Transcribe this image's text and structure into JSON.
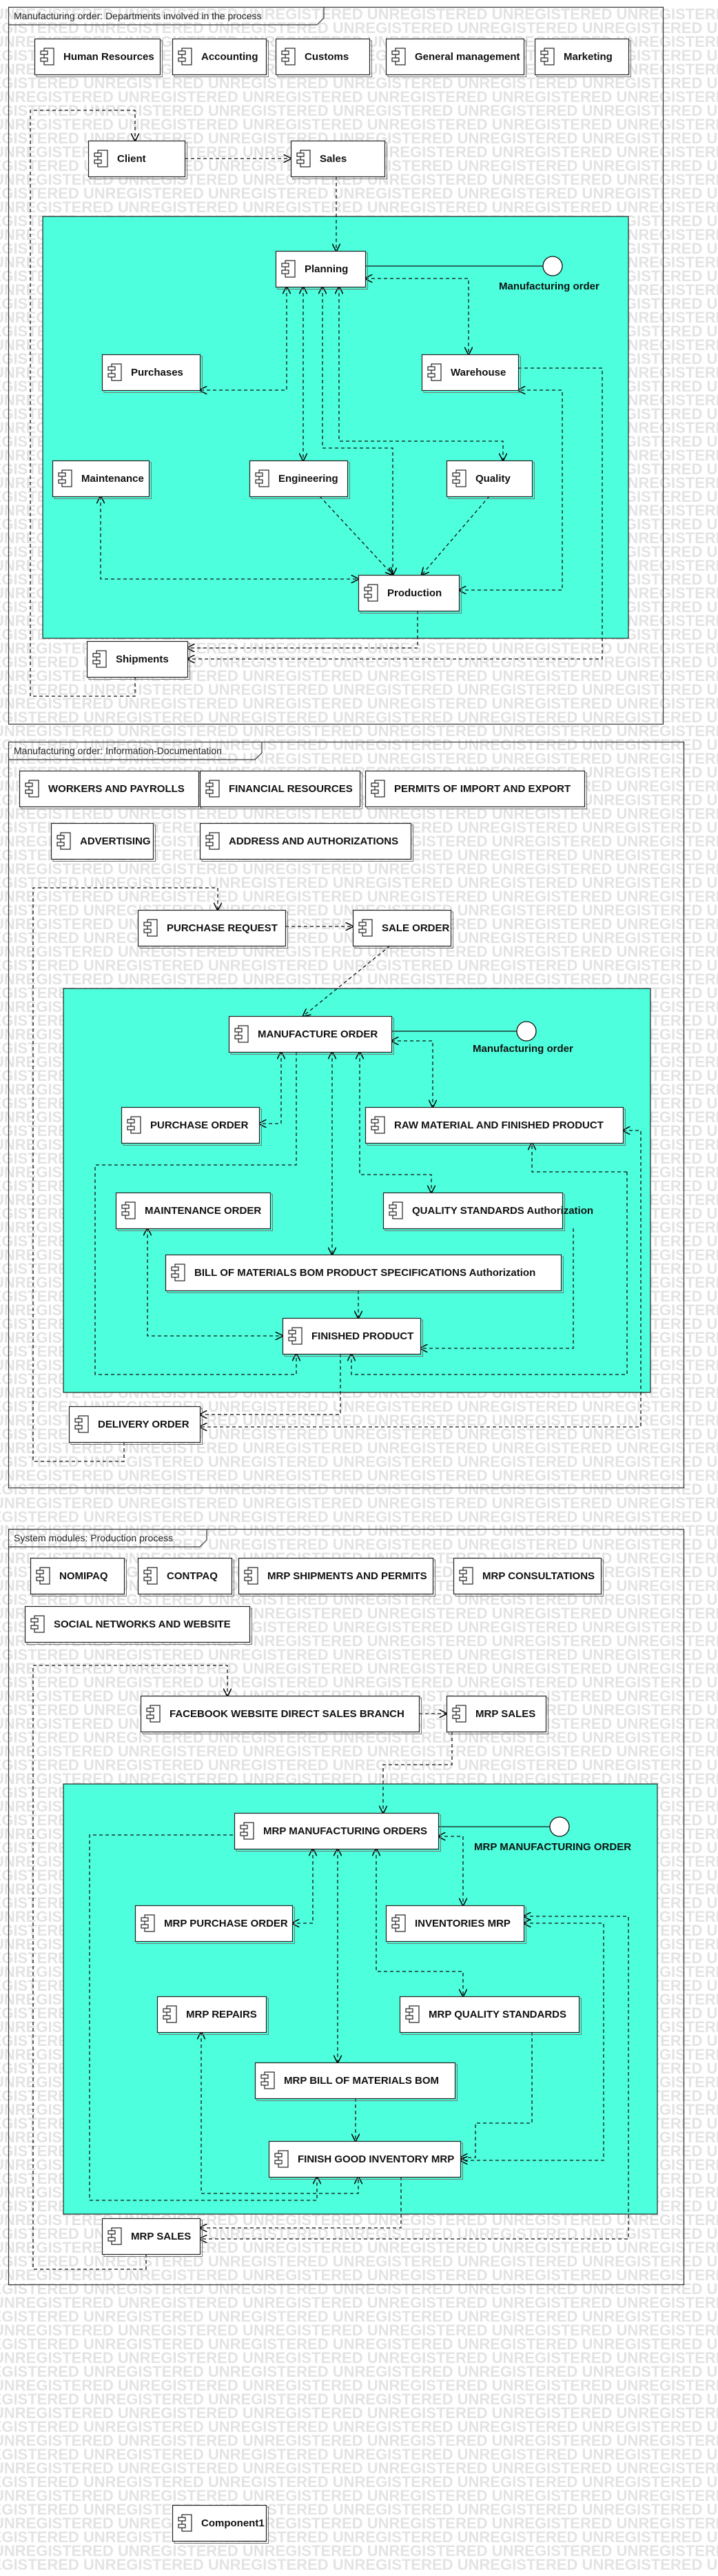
{
  "watermark_text": "UNREGISTERED",
  "colors": {
    "region_fill": "#4dffdc",
    "frame_stroke": "#333333",
    "node_fill": "#ffffff",
    "watermark": "#e3e3e3"
  },
  "icons": {
    "component": "component-icon",
    "interface": "interface-circle-icon"
  },
  "frames": [
    {
      "title": "Manufacturing order: Departments involved in the process",
      "nodes": [
        {
          "id": "hr",
          "label": "Human Resources"
        },
        {
          "id": "acc",
          "label": "Accounting"
        },
        {
          "id": "cus",
          "label": "Customs"
        },
        {
          "id": "gm",
          "label": "General management"
        },
        {
          "id": "mkt",
          "label": "Marketing"
        },
        {
          "id": "client",
          "label": "Client"
        },
        {
          "id": "sales",
          "label": "Sales"
        },
        {
          "id": "plan",
          "label": "Planning"
        },
        {
          "id": "pur",
          "label": "Purchases"
        },
        {
          "id": "wh",
          "label": "Warehouse"
        },
        {
          "id": "mnt",
          "label": "Maintenance"
        },
        {
          "id": "eng",
          "label": "Engineering"
        },
        {
          "id": "qlt",
          "label": "Quality"
        },
        {
          "id": "prod",
          "label": "Production"
        },
        {
          "id": "ship",
          "label": "Shipments"
        }
      ],
      "interface": {
        "label": "Manufacturing order"
      }
    },
    {
      "title": "Manufacturing order: Information-Documentation",
      "nodes": [
        {
          "id": "wp",
          "label": "WORKERS AND PAYROLLS"
        },
        {
          "id": "fr",
          "label": "FINANCIAL RESOURCES"
        },
        {
          "id": "pie",
          "label": "PERMITS OF IMPORT AND EXPORT"
        },
        {
          "id": "adv",
          "label": "ADVERTISING"
        },
        {
          "id": "aa",
          "label": "ADDRESS AND AUTHORIZATIONS"
        },
        {
          "id": "pr",
          "label": "PURCHASE REQUEST"
        },
        {
          "id": "so",
          "label": "SALE ORDER"
        },
        {
          "id": "mo",
          "label": "MANUFACTURE ORDER"
        },
        {
          "id": "po",
          "label": "PURCHASE ORDER"
        },
        {
          "id": "rm",
          "label": "RAW MATERIAL AND FINISHED PRODUCT"
        },
        {
          "id": "mno",
          "label": "MAINTENANCE ORDER"
        },
        {
          "id": "qs",
          "label": "QUALITY STANDARDS Authorization"
        },
        {
          "id": "bom",
          "label": "BILL OF MATERIALS BOM PRODUCT SPECIFICATIONS Authorization"
        },
        {
          "id": "fp",
          "label": "FINISHED PRODUCT"
        },
        {
          "id": "do",
          "label": "DELIVERY ORDER"
        }
      ],
      "interface": {
        "label": "Manufacturing order"
      }
    },
    {
      "title": "System modules: Production process",
      "nodes": [
        {
          "id": "nom",
          "label": "NOMIPAQ"
        },
        {
          "id": "con",
          "label": "CONTPAQ"
        },
        {
          "id": "msp",
          "label": "MRP SHIPMENTS AND PERMITS"
        },
        {
          "id": "mcs",
          "label": "MRP CONSULTATIONS"
        },
        {
          "id": "snw",
          "label": "SOCIAL NETWORKS AND WEBSITE"
        },
        {
          "id": "fb",
          "label": "FACEBOOK WEBSITE DIRECT SALES BRANCH"
        },
        {
          "id": "ms1",
          "label": "MRP SALES"
        },
        {
          "id": "mmo",
          "label": "MRP MANUFACTURING ORDERS"
        },
        {
          "id": "mpo",
          "label": "MRP PURCHASE ORDER"
        },
        {
          "id": "inv",
          "label": "INVENTORIES MRP"
        },
        {
          "id": "mrp",
          "label": "MRP REPAIRS"
        },
        {
          "id": "mqs",
          "label": "MRP QUALITY STANDARDS"
        },
        {
          "id": "mbom",
          "label": "MRP BILL OF MATERIALS BOM"
        },
        {
          "id": "fgi",
          "label": "FINISH GOOD INVENTORY MRP"
        },
        {
          "id": "ms2",
          "label": "MRP SALES"
        }
      ],
      "interface": {
        "label": "MRP MANUFACTURING ORDER"
      }
    }
  ],
  "standalone": {
    "label": "Component1"
  }
}
